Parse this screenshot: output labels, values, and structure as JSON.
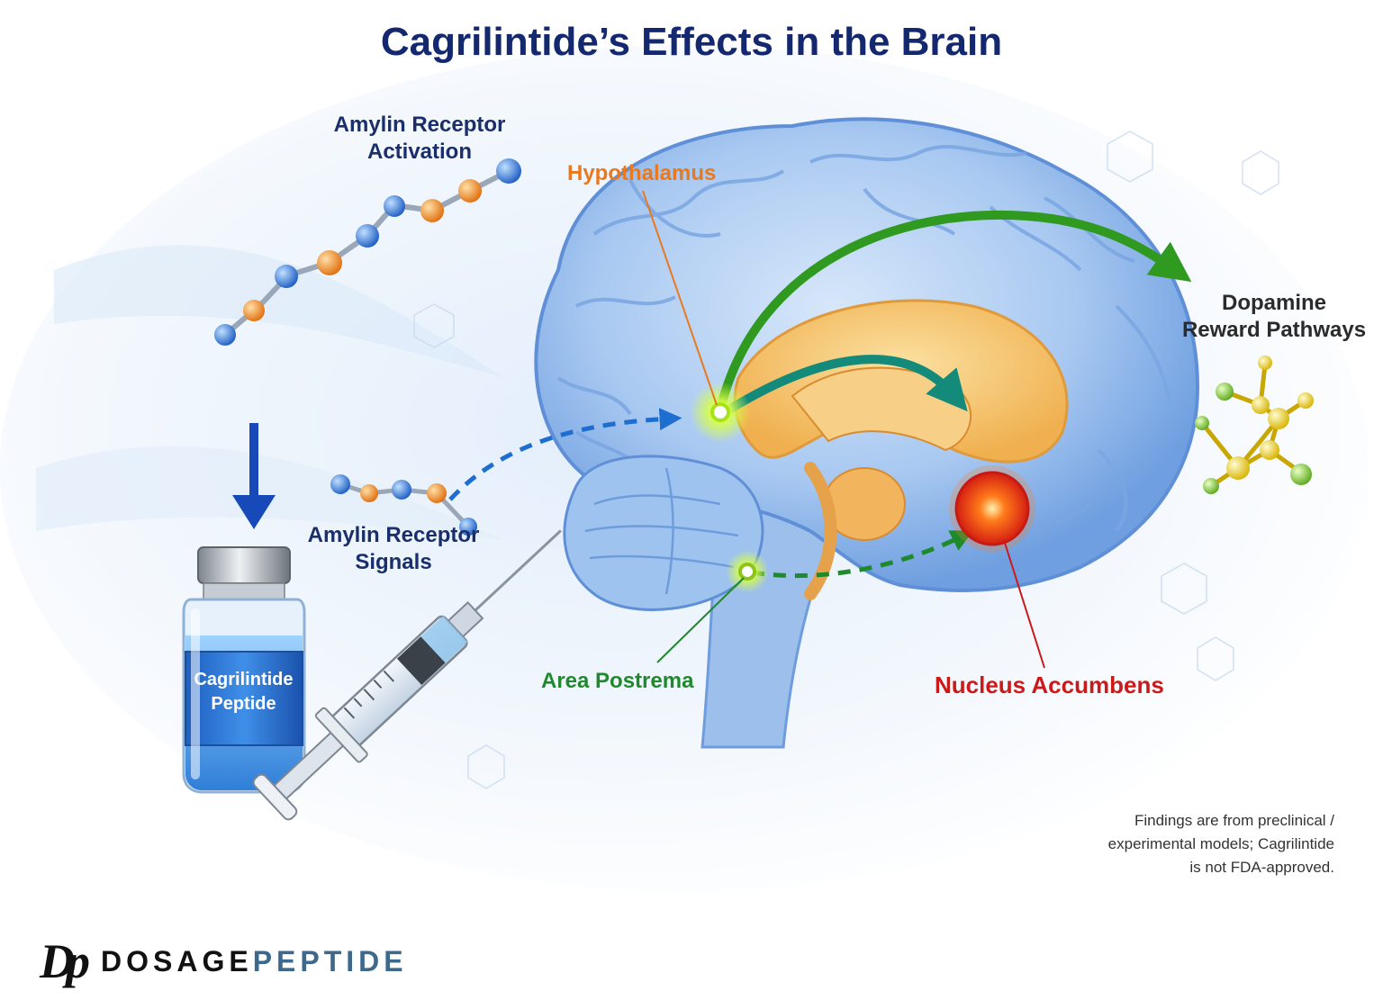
{
  "title": "Cagrilintide’s Effects in the Brain",
  "labels": {
    "amylin_activation": [
      "Amylin Receptor",
      "Activation"
    ],
    "amylin_signals": [
      "Amylin Receptor",
      "Signals"
    ],
    "hypothalamus": "Hypothalamus",
    "dopamine": [
      "Dopamine",
      "Reward Pathways"
    ],
    "area_postrema": "Area Postrema",
    "nucleus_accumbens": "Nucleus Accumbens"
  },
  "vial_label": [
    "Cagrilintide",
    "Peptide"
  ],
  "disclaimer": [
    "Findings are from preclinical /",
    "experimental models; Cagrilintide",
    "is not FDA-approved."
  ],
  "brand": {
    "mark": "Dp",
    "word_dark": "DOSAGE",
    "word_accent": "PEPTIDE"
  },
  "colors": {
    "title": "#13286e",
    "navy": "#1a2e6b",
    "hypothalamus": "#e8791e",
    "area_postrema": "#1f8a2c",
    "nucleus_accumbens": "#cc1a1a",
    "dopamine_text": "#2b2b2b",
    "green_arrow": "#2f9a1f",
    "teal_arrow": "#138a7a",
    "blue_arrow": "#1e6ed0",
    "dark_blue_arrow": "#1849b8",
    "brain": "#8cb8ec",
    "limbic": "#f3c26a",
    "bead_blue": "#2a6fd6",
    "bead_orange": "#f08a1e",
    "brand_accent": "#3d6a8c",
    "disclaimer": "#333333"
  },
  "icons": [
    "peptide-chain-icon",
    "peptide-fragment-icon",
    "vial-icon",
    "syringe-icon",
    "brain-icon",
    "molecule-icon",
    "down-arrow-icon"
  ]
}
